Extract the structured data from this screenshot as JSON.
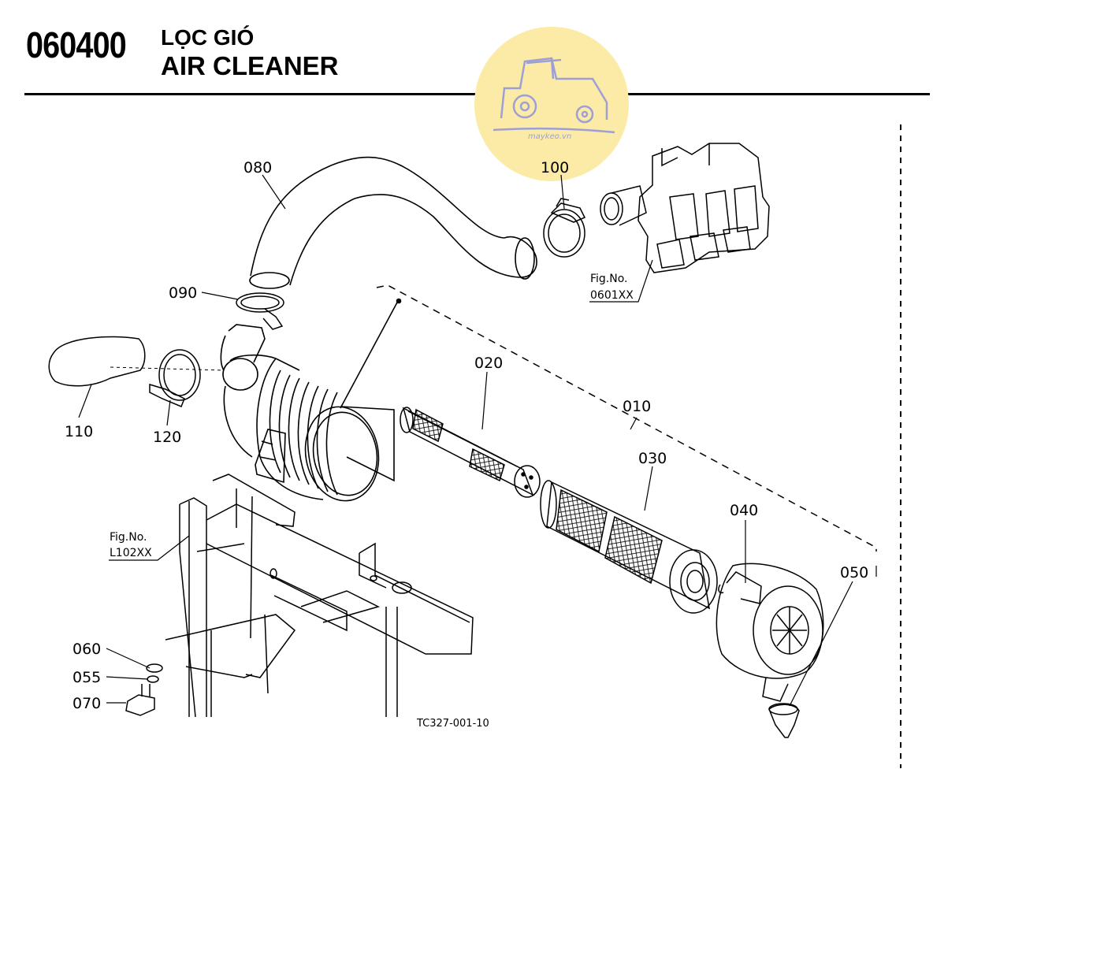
{
  "header": {
    "code": "060400",
    "title_vi": "LỌC GIÓ",
    "title_en": "AIR CLEANER"
  },
  "watermark": {
    "text": "maykeo.vn",
    "circle_color": "#FBEBA6",
    "icon": "tractor-icon",
    "icon_color": "#9E9FD6"
  },
  "callouts": {
    "c010": "010",
    "c020": "020",
    "c030": "030",
    "c040": "040",
    "c050": "050",
    "c055": "055",
    "c060": "060",
    "c070": "070",
    "c080": "080",
    "c090": "090",
    "c100": "100",
    "c110": "110",
    "c120": "120"
  },
  "fig_refs": {
    "engine": {
      "label": "Fig.No.",
      "code": "0601XX"
    },
    "frame": {
      "label": "Fig.No.",
      "code": "L102XX"
    }
  },
  "drawing_number": "TC327-001-10"
}
